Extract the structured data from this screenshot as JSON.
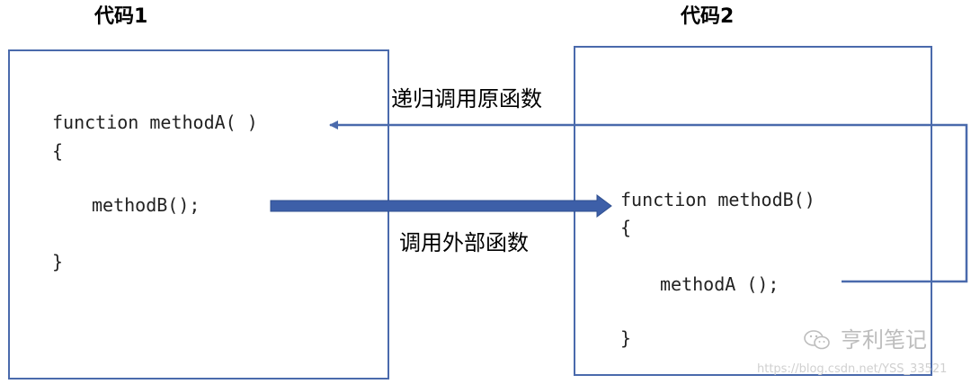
{
  "titles": {
    "code1": "代码1",
    "code2": "代码2"
  },
  "code1": {
    "line1": "function methodA( )",
    "line2": "{",
    "line3": "methodB();",
    "line4": "}"
  },
  "code2": {
    "line1": "function methodB()",
    "line2": "{",
    "line3": "methodA ();",
    "line4": "}"
  },
  "labels": {
    "recursive_call": "递归调用原函数",
    "external_call": "调用外部函数"
  },
  "watermark": {
    "icon": "wechat-icon",
    "name": "亨利笔记",
    "url": "https://blog.csdn.net/YSS_33521"
  },
  "colors": {
    "accent": "#4a6aac",
    "arrow_fill": "#3d5fa8"
  }
}
